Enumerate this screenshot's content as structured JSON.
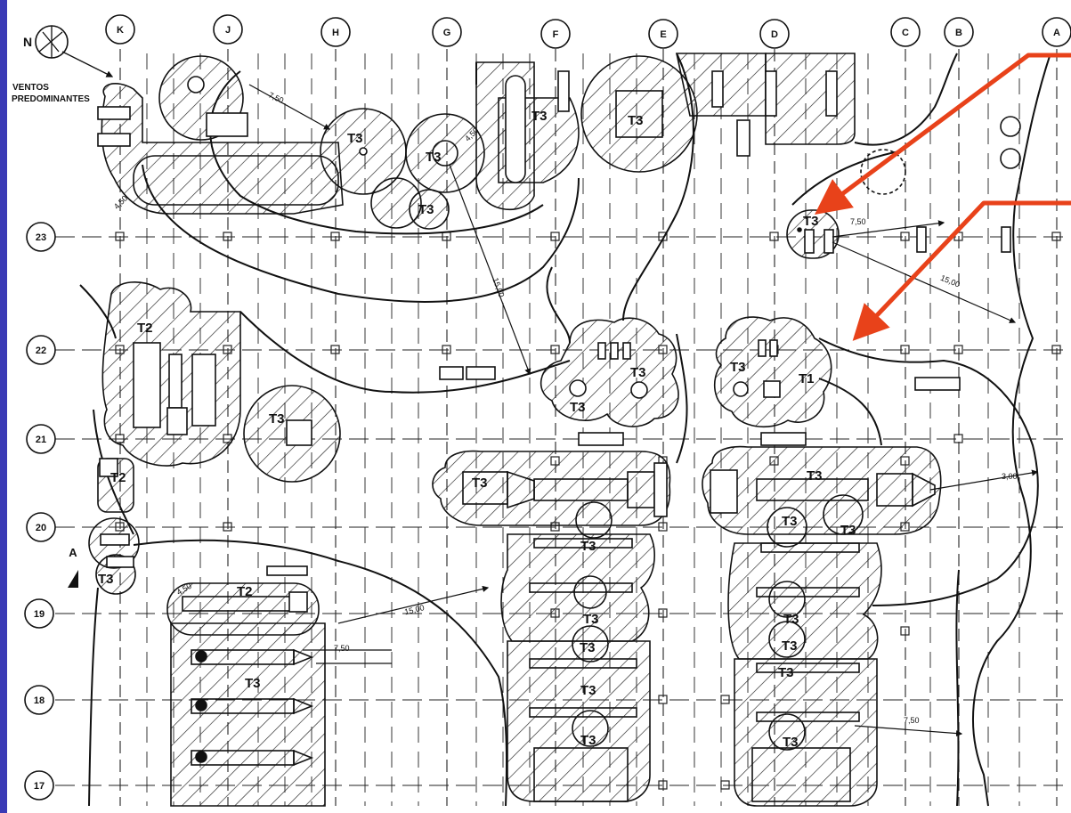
{
  "colors": {
    "ink": "#111111",
    "paper": "#ffffff",
    "annotation_arrow": "#e8421a",
    "frame_edge": "#3a3ab5"
  },
  "compass": {
    "north": "N",
    "wind_line1": "VENTOS",
    "wind_line2": "PREDOMINANTES"
  },
  "section_marker": "A",
  "column_labels": [
    "K",
    "J",
    "H",
    "G",
    "F",
    "E",
    "D",
    "C",
    "B",
    "A"
  ],
  "row_labels": [
    "23",
    "22",
    "21",
    "20",
    "19",
    "18",
    "17"
  ],
  "zone_labels": {
    "t2_a": "T2",
    "t2_b": "T2",
    "t2_c": "T2",
    "t3_a": "T3",
    "t3_b": "T3",
    "t3_c": "T3",
    "t3_d": "T3",
    "t3_e": "T3",
    "t3_f": "T3",
    "t3_g": "T3",
    "t3_h": "T3",
    "t3_i": "T3",
    "t3_j": "T3",
    "t3_k": "T3",
    "t3_l": "T3",
    "t3_m": "T3",
    "t3_n": "T3",
    "t3_o": "T3",
    "t3_p": "T3",
    "t3_q": "T3",
    "t3_r": "T3",
    "t3_s": "T3",
    "t3_t": "T3",
    "t3_u": "T3",
    "t3_v": "T3",
    "t3_w": "T3",
    "t3_x": "T3",
    "t3_y": "T3",
    "t1_a": "T1"
  },
  "dimensions": {
    "d750_a": "7,50",
    "d750_b": "7,50",
    "d750_c": "7,50",
    "d750_d": "7,50",
    "d1500_a": "15,00",
    "d1500_b": "15,00",
    "d1500_c": "15,00",
    "d450_a": "4,50",
    "d450_b": "4,50",
    "d450_c": "4,50",
    "d300_a": "3,00"
  }
}
